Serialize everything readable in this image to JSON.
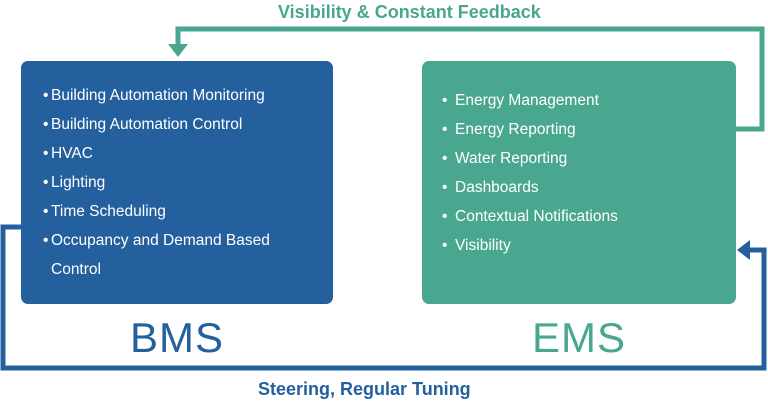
{
  "colors": {
    "bms": "#245f9e",
    "ems": "#4aa78f",
    "text_on_box": "#ffffff"
  },
  "bms": {
    "title": "BMS",
    "bullet": "•",
    "items": [
      "Building Automation Monitoring",
      "Building Automation Control",
      "HVAC",
      "Lighting",
      "Time Scheduling",
      "Occupancy and Demand Based Control"
    ]
  },
  "ems": {
    "title": "EMS",
    "bullet": "•",
    "items": [
      "Energy Management",
      "Energy Reporting",
      "Water Reporting",
      "Dashboards",
      "Contextual Notifications",
      "Visibility"
    ]
  },
  "flows": {
    "top_label": "Visibility & Constant Feedback",
    "bottom_label": "Steering, Regular Tuning"
  }
}
